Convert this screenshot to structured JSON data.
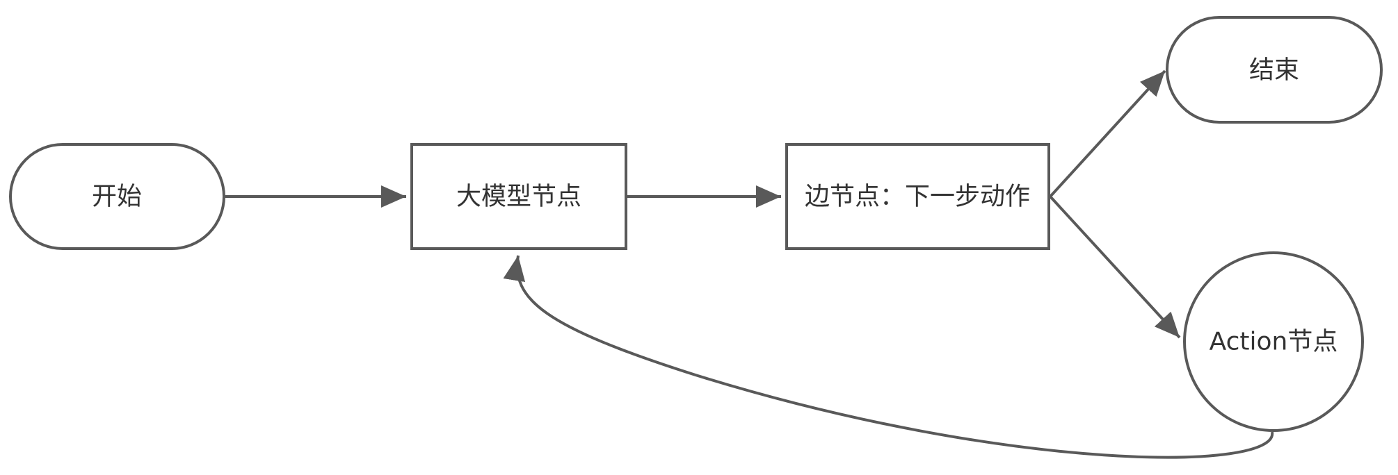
{
  "nodes": {
    "start": {
      "label": "开始",
      "shape": "terminal"
    },
    "llm": {
      "label": "大模型节点",
      "shape": "process"
    },
    "edge_node": {
      "label": "边节点：下一步动作",
      "shape": "process"
    },
    "end": {
      "label": "结束",
      "shape": "terminal"
    },
    "action": {
      "label": "Action节点",
      "shape": "circle"
    }
  },
  "edges": [
    {
      "from": "start",
      "to": "llm"
    },
    {
      "from": "llm",
      "to": "edge_node"
    },
    {
      "from": "edge_node",
      "to": "end"
    },
    {
      "from": "edge_node",
      "to": "action"
    },
    {
      "from": "action",
      "to": "llm"
    }
  ],
  "colors": {
    "stroke": "#595959",
    "text": "#333333",
    "fill": "#ffffff"
  }
}
